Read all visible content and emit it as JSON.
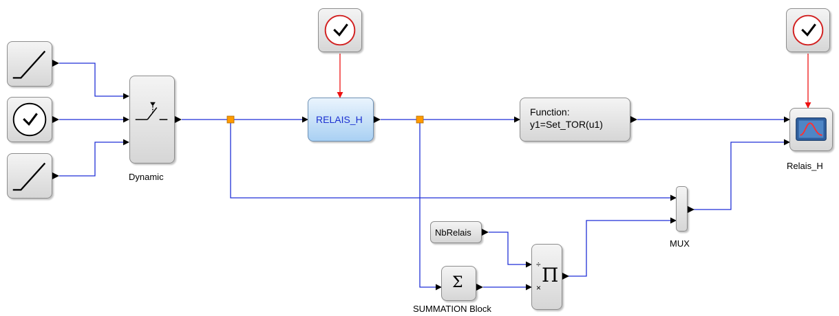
{
  "blocks": {
    "dynamic": {
      "label": "Dynamic"
    },
    "relais": {
      "label": "RELAIS_H"
    },
    "function": {
      "line1": "Function:",
      "line2": "y1=Set_TOR(u1)"
    },
    "scope": {
      "label": "Relais_H"
    },
    "mux": {
      "label": "MUX"
    },
    "nbrelais": {
      "label": "NbRelais"
    },
    "summation": {
      "label": "SUMMATION Block",
      "symbol": "Σ"
    },
    "product": {
      "symbol": "Π",
      "divide_sign": "÷",
      "multiply_sign": "×"
    }
  },
  "colors": {
    "signal_link": "#1f2fd6",
    "event_link": "#ee1111",
    "split_point": "#ff9a00",
    "block_fill": "#dcdcdc",
    "relais_fill": "#bcdcf6",
    "clock_ring": "#d22222"
  },
  "icons": [
    "ramp-icon",
    "clock-icon",
    "switch-icon",
    "scope-icon",
    "sum-icon",
    "product-icon"
  ]
}
